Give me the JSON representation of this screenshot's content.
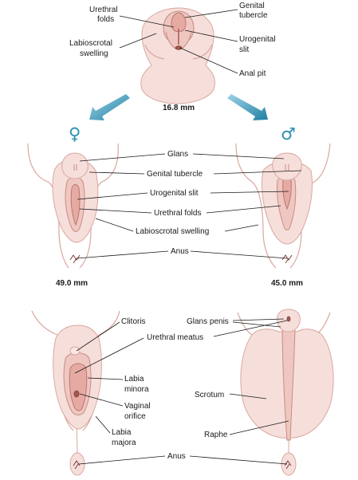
{
  "symbols": {
    "female": "♀",
    "male": "♂"
  },
  "stage1": {
    "size": "16.8 mm",
    "labels": {
      "urethral_folds_1": "Urethral",
      "urethral_folds_2": "folds",
      "labioscrotal_1": "Labioscrotal",
      "labioscrotal_2": "swelling",
      "genital_tubercle_1": "Genital",
      "genital_tubercle_2": "tubercle",
      "urogenital_slit_1": "Urogenital",
      "urogenital_slit_2": "slit",
      "anal_pit": "Anal pit"
    }
  },
  "stage2": {
    "female_size": "49.0 mm",
    "male_size": "45.0 mm",
    "labels": {
      "glans": "Glans",
      "genital_tubercle": "Genital tubercle",
      "urogenital_slit": "Urogenital slit",
      "urethral_folds": "Urethral folds",
      "labioscrotal_swelling": "Labioscrotal swelling",
      "anus": "Anus"
    }
  },
  "stage3": {
    "female_labels": {
      "clitoris": "Clitoris",
      "labia_minora_1": "Labia",
      "labia_minora_2": "minora",
      "vaginal_orifice_1": "Vaginal",
      "vaginal_orifice_2": "orifice",
      "labia_majora_1": "Labia",
      "labia_majora_2": "majora"
    },
    "male_labels": {
      "glans_penis": "Glans penis",
      "urethral_meatus": "Urethral meatus",
      "scrotum": "Scrotum",
      "raphe": "Raphe"
    },
    "anus": "Anus"
  },
  "colors": {
    "arrow": "#2a8fb0",
    "skin_light": "#f6dfdb",
    "skin_mid": "#efc7c1",
    "skin_dark": "#e6aaa3"
  }
}
